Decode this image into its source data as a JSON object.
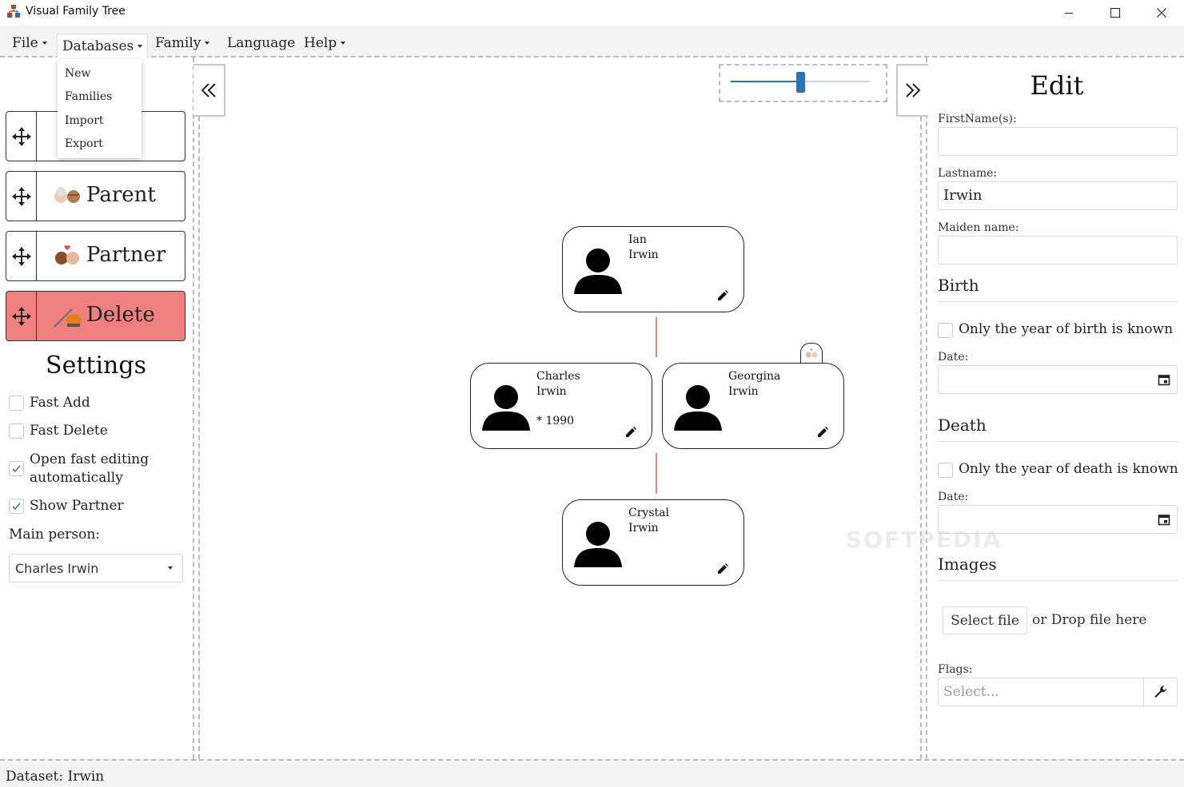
{
  "window": {
    "title": "Visual Family Tree"
  },
  "menu": {
    "file": "File",
    "databases": "Databases",
    "family": "Family",
    "language": "Language",
    "help": "Help"
  },
  "databases_menu": [
    "New",
    "Families",
    "Import",
    "Export"
  ],
  "tools": {
    "parent": "Parent",
    "partner": "Partner",
    "delete": "Delete"
  },
  "settings": {
    "title": "Settings",
    "fast_add": {
      "label": "Fast Add",
      "checked": false
    },
    "fast_delete": {
      "label": "Fast Delete",
      "checked": false
    },
    "open_fast_editing": {
      "label_line1": "Open fast editing",
      "label_line2": "automatically",
      "checked": true
    },
    "show_partner": {
      "label": "Show Partner",
      "checked": true
    },
    "main_person_label": "Main person:",
    "main_person_value": "Charles Irwin"
  },
  "zoom": {
    "value": 0.5
  },
  "tree": {
    "persons": [
      {
        "id": "ian",
        "first": "Ian",
        "last": "Irwin",
        "birth": ""
      },
      {
        "id": "charles",
        "first": "Charles",
        "last": "Irwin",
        "birth": "* 1990"
      },
      {
        "id": "georgina",
        "first": "Georgina",
        "last": "Irwin",
        "birth": ""
      },
      {
        "id": "crystal",
        "first": "Crystal",
        "last": "Irwin",
        "birth": ""
      }
    ]
  },
  "edit": {
    "title": "Edit",
    "firstname_label": "FirstName(s):",
    "firstname_value": "",
    "lastname_label": "Lastname:",
    "lastname_value": "Irwin",
    "maiden_label": "Maiden name:",
    "maiden_value": "",
    "birth_section": "Birth",
    "birth_year_only": "Only the year of birth is known",
    "birth_date_label": "Date:",
    "death_section": "Death",
    "death_year_only": "Only the year of death is known",
    "death_date_label": "Date:",
    "images_section": "Images",
    "select_file": "Select file",
    "drop_text": "or Drop file here",
    "flags_label": "Flags:",
    "flags_placeholder": "Select..."
  },
  "status": {
    "text": "Dataset: Irwin"
  },
  "colors": {
    "accent": "#2f72b3",
    "delete": "#f08080",
    "connector": "#f08080"
  }
}
